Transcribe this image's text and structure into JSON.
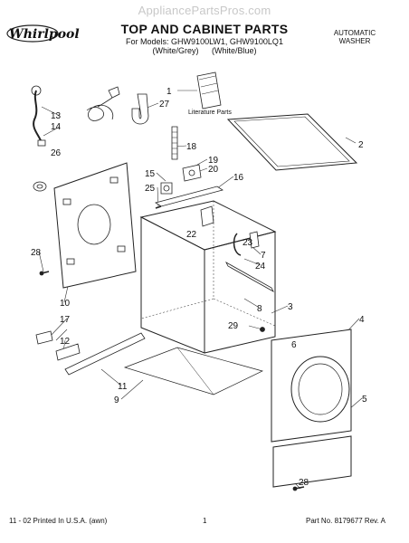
{
  "watermark": "AppliancePartsPros.com",
  "brand": "Whirlpool",
  "header": {
    "title": "TOP AND CABINET PARTS",
    "models": "For Models: GHW9100LW1, GHW9100LQ1",
    "variant_1": "(White/Grey)",
    "variant_2": "(White/Blue)",
    "product_type_line1": "AUTOMATIC",
    "product_type_line2": "WASHER"
  },
  "callouts": {
    "n1": "1",
    "n2": "2",
    "n3": "3",
    "n4": "4",
    "n5": "5",
    "n6": "6",
    "n7": "7",
    "n8": "8",
    "n9": "9",
    "n10": "10",
    "n11": "11",
    "n12": "12",
    "n13": "13",
    "n14": "14",
    "n15": "15",
    "n16": "16",
    "n17": "17",
    "n18": "18",
    "n19": "19",
    "n20": "20",
    "n22": "22",
    "n23": "23",
    "n24": "24",
    "n25": "25",
    "n26": "26",
    "n27": "27",
    "n28a": "28",
    "n28b": "28",
    "n29": "29"
  },
  "literature_label": "Literature Parts",
  "footer": {
    "printed": "11 - 02 Printed In U.S.A. (awn)",
    "page": "1",
    "part_no": "Part No. 8179677 Rev. A"
  }
}
